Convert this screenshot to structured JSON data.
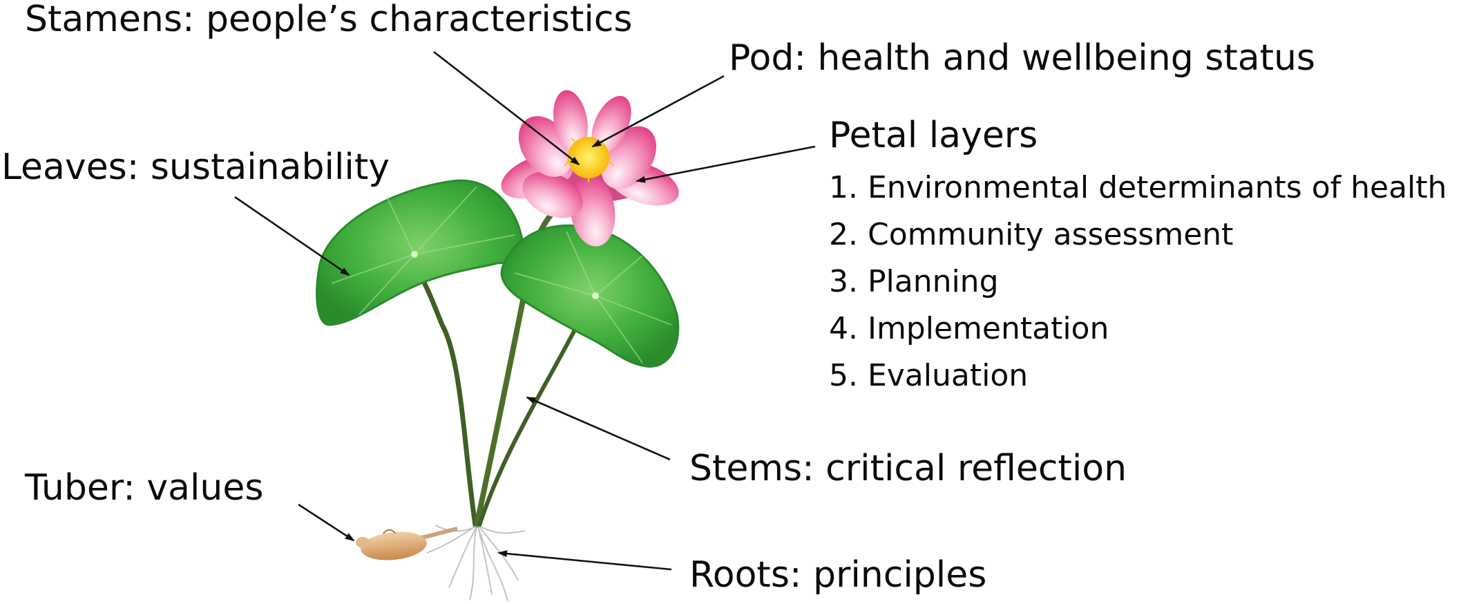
{
  "labels": {
    "stamens": "Stamens: people’s characteristics",
    "pod": "Pod: health and wellbeing status",
    "petal_layers": "Petal layers",
    "leaves": "Leaves: sustainability",
    "stems": "Stems: critical reflection",
    "tuber": "Tuber: values",
    "roots": "Roots: principles"
  },
  "petal_layer_items": [
    "1. Environmental determinants of health",
    "2. Community assessment",
    "3. Planning",
    "4. Implementation",
    "5. Evaluation"
  ],
  "colors": {
    "text": "#0a0a0a",
    "leaf": "#3fae3c",
    "leaf_dark": "#2a8a2c",
    "stem": "#4a6a2a",
    "petal": "#e9488f",
    "petal_light": "#f7b6d2",
    "pod": "#ffd52a",
    "tuber": "#d9a46a",
    "root": "#c9c9c9",
    "arrow": "#111111"
  }
}
